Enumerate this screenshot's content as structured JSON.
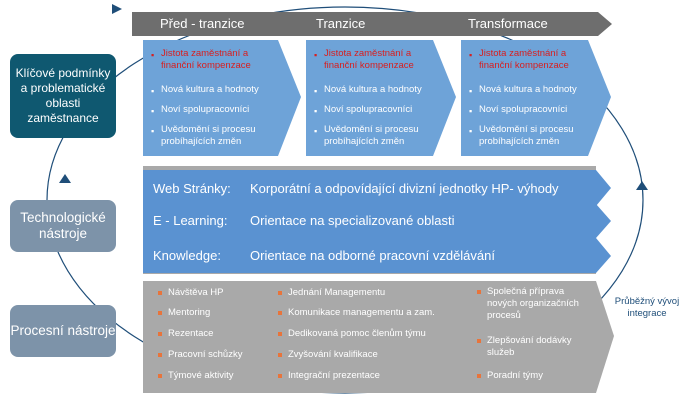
{
  "phases": [
    "Před - tranzice",
    "Tranzice",
    "Transformace"
  ],
  "phase_bullets": [
    [
      "Jistota zaměstnání a finanční kompenzace",
      "Nová kultura a hodnoty",
      "Noví spolupracovníci",
      "Uvědomění si procesu probíhajících změn"
    ],
    [
      "Jistota zaměstnání a finanční kompenzace",
      "Nová kultura a hodnoty",
      "Noví spolupracovníci",
      "Uvědomění si procesu probíhajících změn"
    ],
    [
      "Jistota zaměstnání a finanční kompenzace",
      "Nová kultura a hodnoty",
      "Noví spolupracovníci",
      "Uvědomění si procesu probíhajících změn"
    ]
  ],
  "bands": [
    {
      "label": "Web Stránky:",
      "text": "Korporátní a odpovídající divizní jednotky HP- výhody"
    },
    {
      "label": "E - Learning:",
      "text": "Orientace na specializované oblasti"
    },
    {
      "label": "Knowledge:",
      "text": "Orientace na odborné pracovní vzdělávání"
    }
  ],
  "side_boxes": [
    "Klíčové podmínky a problematické oblasti zaměstnance",
    "Technologické nástroje",
    "Procesní nástroje"
  ],
  "process_cols": [
    [
      "Návštěva HP",
      "Mentoring",
      "Rezentace",
      "Pracovní schůzky",
      "Týmové aktivity"
    ],
    [
      "Jednání Managementu",
      "Komunikace managementu a zam.",
      "Dedikovaná pomoc členům týmu",
      "Zvyšování kvalifikace",
      "Integrační prezentace"
    ],
    [
      "Společná příprava nových organizačních procesů",
      "Zlepšování dodávky služeb",
      "Poradní týmy"
    ]
  ],
  "cycle_label": "Průběžný vývoj integrace",
  "colors": {
    "dark_teal": "#0f5870",
    "slate": "#7d93a9",
    "light_blue": "#6ea3d8",
    "band_blue": "#5a92d1",
    "gray": "#a9a9a9",
    "dark_gray": "#6e6e6e",
    "accent_red": "#d81e1e",
    "orange": "#e8743b"
  }
}
